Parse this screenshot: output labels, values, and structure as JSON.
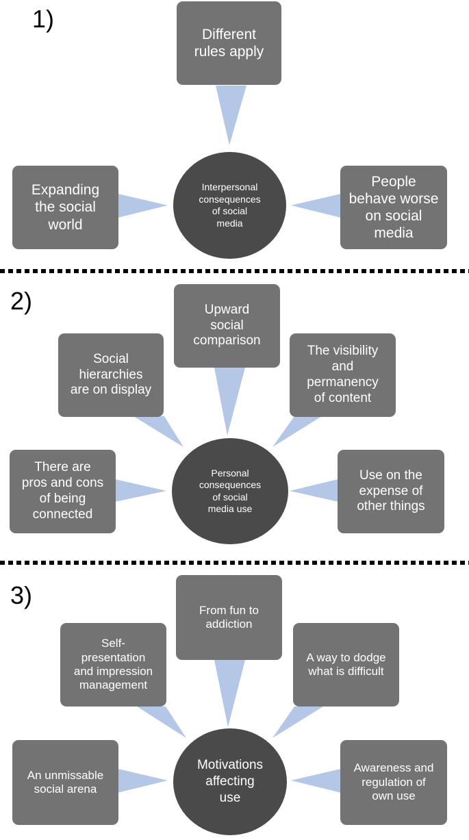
{
  "sections": [
    {
      "number": "1)",
      "hub": "Interpersonal\nconsequences\nof social\nmedia",
      "boxes": {
        "top": "Different\nrules apply",
        "left": "Expanding\nthe social\nworld",
        "right": "People\nbehave worse\non social\nmedia"
      }
    },
    {
      "number": "2)",
      "hub": "Personal\nconsequences\nof social\nmedia use",
      "boxes": {
        "top": "Upward\nsocial\ncomparison",
        "upper_left": "Social\nhierarchies\nare on display",
        "upper_right": "The visibility\nand\npermanency\nof content",
        "left": "There are\npros and cons\nof being\nconnected",
        "right": "Use on the\nexpense of\nother things"
      }
    },
    {
      "number": "3)",
      "hub": "Motivations\naffecting\nuse",
      "boxes": {
        "top": "From fun to\naddiction",
        "upper_left": "Self-\npresentation\nand impression\nmanagement",
        "upper_right": "A way to dodge\nwhat is difficult",
        "left": "An unmissable\nsocial arena",
        "right": "Awareness and\nregulation of\nown use"
      }
    }
  ],
  "colors": {
    "box": "#737373",
    "hub": "#4a4a4a",
    "wedge": "#b4c7e7",
    "text": "#ffffff"
  }
}
